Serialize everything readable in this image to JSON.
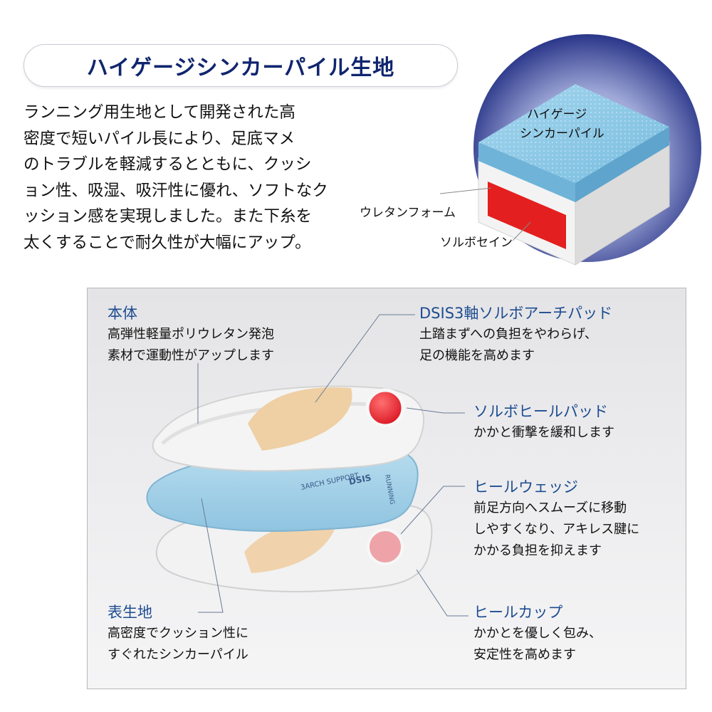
{
  "title": "ハイゲージシンカーパイル生地",
  "intro_lines": [
    "ランニング用生地として開発された高",
    "密度で短いパイル長により、足底マメ",
    "のトラブルを軽減するとともに、クッシ",
    "ョン性、吸湿、吸汗性に優れ、ソフトなク",
    "ッション感を実現しました。また下糸を",
    "太くすることで耐久性が大幅にアップ。"
  ],
  "diagram": {
    "label_pile_1": "ハイゲージ",
    "label_pile_2": "シンカーパイル",
    "label_urethane": "ウレタンフォーム",
    "label_sorbothane": "ソルボセイン"
  },
  "callouts": {
    "body": {
      "title": "本体",
      "lines": [
        "高弾性軽量ポリウレタン発泡",
        "素材で運動性がアップします"
      ]
    },
    "dsis": {
      "title": "DSIS3軸ソルボアーチパッド",
      "lines": [
        "土踏まずへの負担をやわらげ、",
        "足の機能を高めます"
      ]
    },
    "heel_pad": {
      "title": "ソルボヒールパッド",
      "lines": [
        "かかと衝撃を緩和します"
      ]
    },
    "heel_wedge": {
      "title": "ヒールウェッジ",
      "lines": [
        "前足方向へスムーズに移動",
        "しやすくなり、アキレス腱に",
        "かかる負担を抑えます"
      ]
    },
    "surface": {
      "title": "表生地",
      "lines": [
        "高密度でクッション性に",
        "すぐれたシンカーパイル"
      ]
    },
    "heel_cup": {
      "title": "ヒールカップ",
      "lines": [
        "かかとを優しく包み、",
        "安定性を高めます"
      ]
    }
  },
  "insole_print": {
    "brand": "RUNNING",
    "support": "3ARCH SUPPORT",
    "logo": "DSIS"
  },
  "colors": {
    "title": "#10256e",
    "callout_title": "#1d4c91",
    "pile": "#8cc8e4",
    "sorbothane": "#e41f1f",
    "heel_pad_red": "#e41f2a",
    "heel_pad_pink": "#eea3a8",
    "arch_pad": "#efcfa4",
    "middle_layer": "#a9d3ea"
  }
}
